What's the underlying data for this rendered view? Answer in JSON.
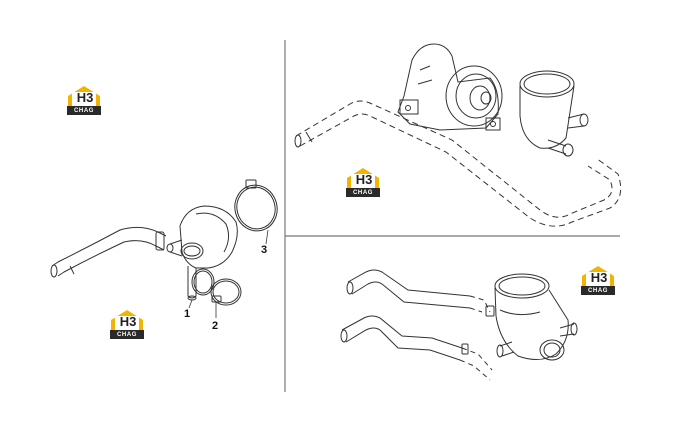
{
  "callouts": {
    "part_1": "1",
    "part_2": "2",
    "part_3": "3"
  },
  "watermark": {
    "mark": "H3",
    "brand": "CHAG",
    "color_yellow": "#f2b400",
    "color_dark": "#2a2a2a"
  },
  "colors": {
    "line": "#333333",
    "divider": "#777777"
  }
}
